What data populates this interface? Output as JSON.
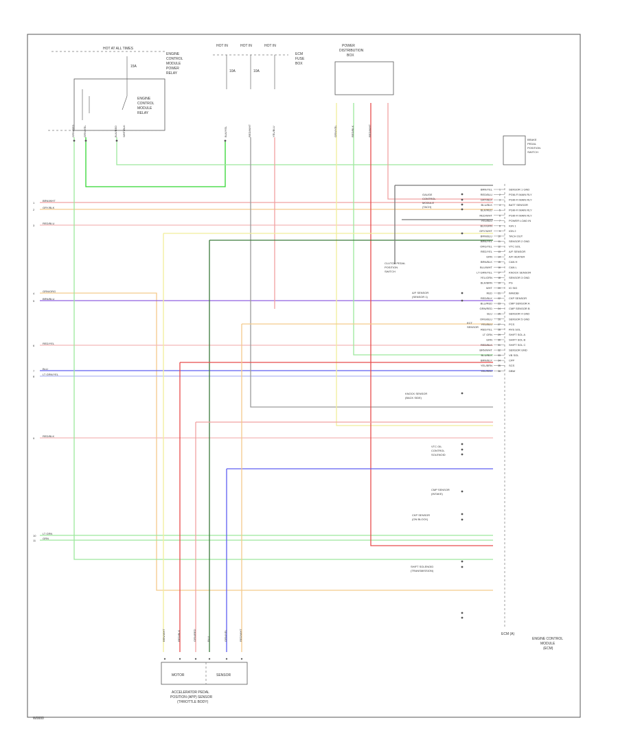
{
  "fig_id": "W0000",
  "top": {
    "hot_label": "HOT AT ALL TIMES",
    "relay_text": [
      "ENGINE",
      "CONTROL",
      "MODULE",
      "POWER",
      "RELAY"
    ],
    "relay_label": [
      "ENGINE",
      "CONTROL",
      "MODULE",
      "RELAY"
    ],
    "fuse_ratings": [
      "15A",
      "10A",
      "10A"
    ],
    "fuse_hot": [
      "HOT IN",
      "HOT IN",
      "HOT IN"
    ],
    "ecm_fuse_text": [
      "ECM",
      "FUSE",
      "BOX"
    ],
    "power_dist": [
      "POWER",
      "DISTRIBUTION",
      "BOX"
    ]
  },
  "top_wires": [
    "GRN/RED",
    "GRN/YEL",
    "BLK/RED",
    "WHT/BLK",
    "BLK/YEL",
    "RED/WHT",
    "YEL/BLU",
    "GRN/YEL",
    "RED/BLK",
    "RED/WHT"
  ],
  "left_wires": [
    {
      "label": "BRN/WHT",
      "pin": "1"
    },
    {
      "label": "GRY/BLK",
      "pin": "2"
    },
    {
      "label": "RED/BLU",
      "pin": "3"
    },
    {
      "label": "GRN/ORG",
      "pin": "4"
    },
    {
      "label": "BRN/BLU",
      "pin": "5"
    },
    {
      "label": "RED/YEL",
      "pin": "6"
    },
    {
      "label": "BLU",
      "pin": "7"
    },
    {
      "label": "LT GRN/YEL",
      "pin": "8"
    },
    {
      "label": "RED/BLK",
      "pin": "9"
    },
    {
      "label": "LT GRN",
      "pin": "10"
    },
    {
      "label": "GRN",
      "pin": "11"
    }
  ],
  "ecm_pins": [
    {
      "wire": "BRN/YEL",
      "func": "SENSOR 1 GND"
    },
    {
      "wire": "RED/BLU",
      "func": "PGM-FI MAIN RLY"
    },
    {
      "wire": "GRY/BLK",
      "func": "PGM-FI MAIN RLY"
    },
    {
      "wire": "BLU/BLK",
      "func": "BATT SENSOR"
    },
    {
      "wire": "BLK/RED",
      "func": "PGM-FI MAIN RLY"
    },
    {
      "wire": "RED/WHT",
      "func": "PGM-FI MAIN RLY"
    },
    {
      "wire": "YEL/BLU",
      "func": "POWER LOAD IN"
    },
    {
      "wire": "BLK/GRN",
      "func": "IGN 1"
    },
    {
      "wire": "GRY/WHT",
      "func": "IGN 2"
    },
    {
      "wire": "BRN/BLU",
      "func": "TACH OUT"
    },
    {
      "wire": "BRN/YEL",
      "func": "SENSOR 2 GND"
    },
    {
      "wire": "ORG/YEL",
      "func": "VTC SOL"
    },
    {
      "wire": "RED/YEL",
      "func": "A/F SENSOR"
    },
    {
      "wire": "GRN",
      "func": "A/F HEATER"
    },
    {
      "wire": "BRN/BLK",
      "func": "CAN H"
    },
    {
      "wire": "BLU/WHT",
      "func": "CAN L"
    },
    {
      "wire": "LT GRN/YEL",
      "func": "KNOCK SENSOR"
    },
    {
      "wire": "YEL/GRN",
      "func": "SENSOR 3 GND"
    },
    {
      "wire": "BLK/BRN",
      "func": "PG"
    },
    {
      "wire": "WHT",
      "func": "IG SIG"
    },
    {
      "wire": "RED",
      "func": "IMMOBI"
    },
    {
      "wire": "RED/BLK",
      "func": "CKP SENSOR"
    },
    {
      "wire": "BLU/RED",
      "func": "CMP SENSOR A"
    },
    {
      "wire": "GRN/RED",
      "func": "CMP SENSOR B"
    },
    {
      "wire": "BLU",
      "func": "SENSOR 4 GND"
    },
    {
      "wire": "ORG/BLU",
      "func": "SENSOR 5 GND"
    },
    {
      "wire": "YEL/BLU",
      "func": "PCS"
    },
    {
      "wire": "RED/YEL",
      "func": "RVS SOL"
    },
    {
      "wire": "LT GRN",
      "func": "SHIFT SOL A"
    },
    {
      "wire": "GRN",
      "func": "SHIFT SOL B"
    },
    {
      "wire": "RED/BLK",
      "func": "SHIFT SOL C"
    },
    {
      "wire": "BRN/WHT",
      "func": "SENSOR GND"
    },
    {
      "wire": "BLU/BLK",
      "func": "VB SOL"
    },
    {
      "wire": "BRN/BLK",
      "func": "CPP"
    },
    {
      "wire": "YEL/BRN",
      "func": "SCS"
    },
    {
      "wire": "YEL/RED",
      "func": "DBW"
    }
  ],
  "ecm_label": [
    "ENGINE CONTROL",
    "MODULE",
    "(ECM)"
  ],
  "ecm_connector": "ECM (A)",
  "components": [
    {
      "id": "brake_switch",
      "text": [
        "BRAKE",
        "PEDAL",
        "POSITION",
        "SWITCH"
      ]
    },
    {
      "id": "clutch_switch",
      "text": [
        "CLUTCH PEDAL",
        "POSITION",
        "SWITCH"
      ]
    },
    {
      "id": "gauge_control",
      "text": [
        "GAUGE",
        "CONTROL",
        "MODULE",
        "(TACH)"
      ]
    },
    {
      "id": "ap_sensor",
      "text": [
        "A/F SENSOR",
        "(SENSOR 1)"
      ]
    },
    {
      "id": "ect_sensor",
      "text": [
        "ECT",
        "SENSOR"
      ]
    },
    {
      "id": "knock_sensor",
      "text": [
        "KNOCK SENSOR",
        "(BACK SIDE)"
      ]
    },
    {
      "id": "vtc_sol",
      "text": [
        "VTC OIL",
        "CONTROL",
        "SOLENOID"
      ]
    },
    {
      "id": "cmp_sensor",
      "text": [
        "CMP SENSOR",
        "(INTAKE)"
      ]
    },
    {
      "id": "ckp_sensor",
      "text": [
        "CKP SENSOR",
        "(ON BLOCK)"
      ]
    },
    {
      "id": "shift_sol",
      "text": [
        "SHIFT SOLENOID",
        "(TRANSMISSION)"
      ]
    }
  ],
  "bottom_module": {
    "text": [
      "ACCELERATOR PEDAL",
      "POSITION (APP) SENSOR",
      "(THROTTLE BODY)"
    ],
    "sub": [
      "MOTOR",
      "SENSOR"
    ],
    "pins": [
      "BRN/WHT",
      "RED/BLK",
      "GRN/RED",
      "BLU",
      "GRN/YEL",
      "RED/WHT"
    ]
  },
  "colors": {
    "red": "#f0a0a0",
    "red_deep": "#e84a4a",
    "pink": "#f3b8b8",
    "orange": "#f4c98a",
    "yellow": "#f0ee9a",
    "green": "#9ce89c",
    "green_deep": "#2fd62f",
    "blue": "#5e5ef0",
    "blue_light": "#b0b8f4",
    "purple": "#8f5fe0",
    "gray": "#9a9a9a",
    "dark_green": "#3a7a3a",
    "frame": "#555555"
  }
}
